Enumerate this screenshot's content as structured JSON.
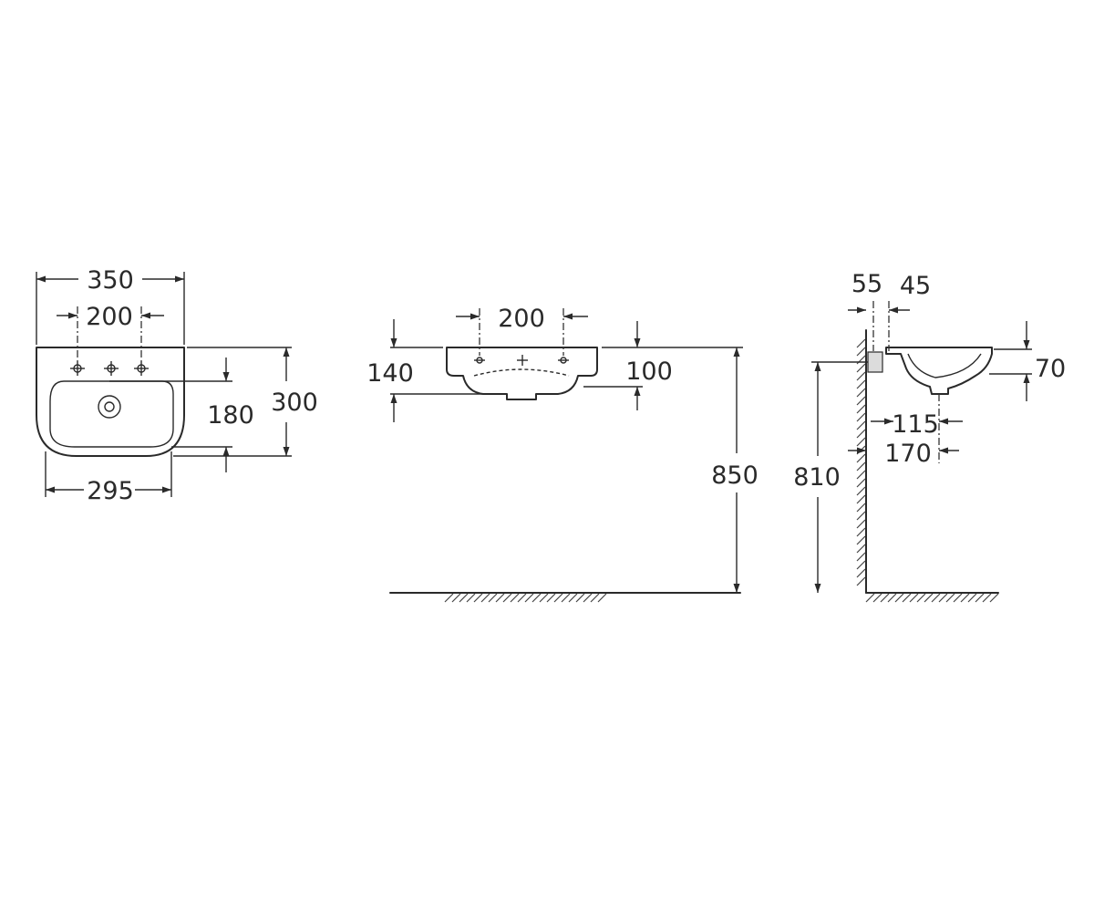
{
  "front_view": {
    "dims": {
      "overall_width": "350",
      "tap_spacing": "200",
      "inner_height": "180",
      "overall_depth": "300",
      "bottom_width": "295"
    }
  },
  "side_view": {
    "dims": {
      "tap_spacing": "200",
      "basin_height": "140",
      "tap_offset": "100",
      "rim_height": "850"
    }
  },
  "profile_view": {
    "dims": {
      "wall_gap": "55",
      "ledge": "45",
      "bowl_depth": "70",
      "waste_offset": "115",
      "bracket_offset": "170",
      "bracket_height": "810"
    }
  },
  "colors": {
    "line": "#2a2a2a",
    "background": "#ffffff"
  }
}
